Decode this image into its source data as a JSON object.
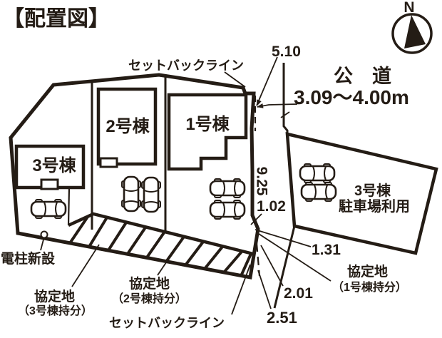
{
  "colors": {
    "ink": "#241c15",
    "background": "#ffffff"
  },
  "title": "【配置図】",
  "compass": {
    "north_label": "N"
  },
  "road": {
    "name": "公　道",
    "width_range": "3.09～4.00m"
  },
  "buildings": [
    {
      "label": "1号棟"
    },
    {
      "label": "2号棟"
    },
    {
      "label": "3号棟"
    }
  ],
  "parking_area": {
    "line1": "3号棟",
    "line2": "駐車場利用"
  },
  "annotations": {
    "setback_line_top": "セットバックライン",
    "setback_line_bottom": "セットバックライン",
    "new_utility_pole": "電柱新設",
    "agreement_area_1_line1": "協定地",
    "agreement_area_1_line2": "（1号棟持分）",
    "agreement_area_2_line1": "協定地",
    "agreement_area_2_line2": "（2号棟持分）",
    "agreement_area_3_line1": "協定地",
    "agreement_area_3_line2": "（3号棟持分）"
  },
  "measurements": {
    "road_frontage": "5.10",
    "east_boundary": "9.25",
    "corner_edge": "1.02",
    "edge_1_31": "1.31",
    "edge_2_01": "2.01",
    "edge_2_51": "2.51"
  }
}
